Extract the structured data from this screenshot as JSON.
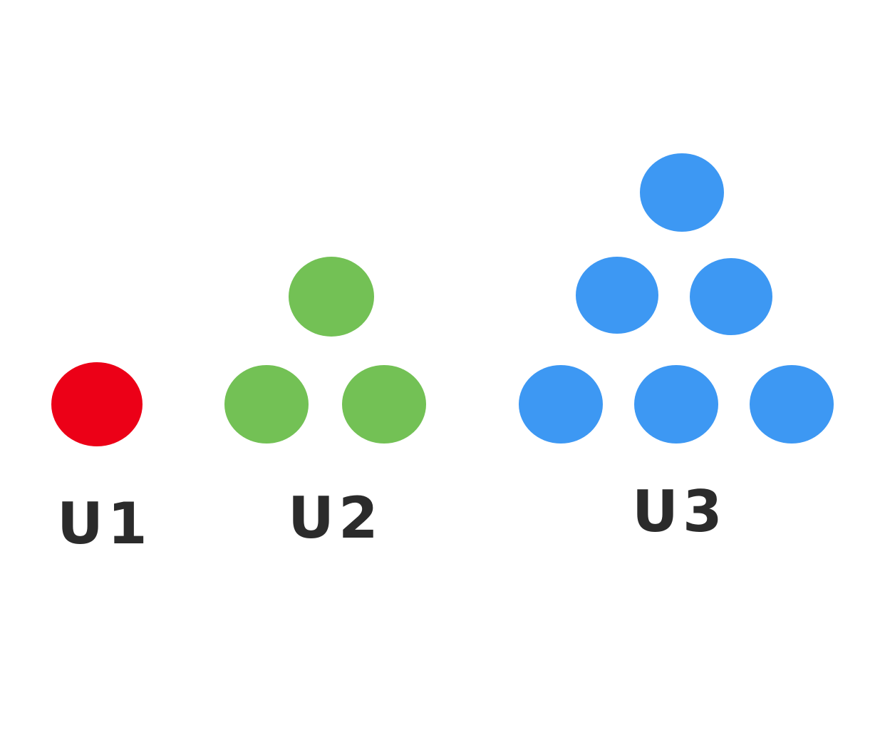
{
  "groups": [
    {
      "label": "U1",
      "color": "#EC0017",
      "dot_count": 1
    },
    {
      "label": "U2",
      "color": "#73C155",
      "dot_count": 3
    },
    {
      "label": "U3",
      "color": "#3D98F3",
      "dot_count": 6
    }
  ]
}
